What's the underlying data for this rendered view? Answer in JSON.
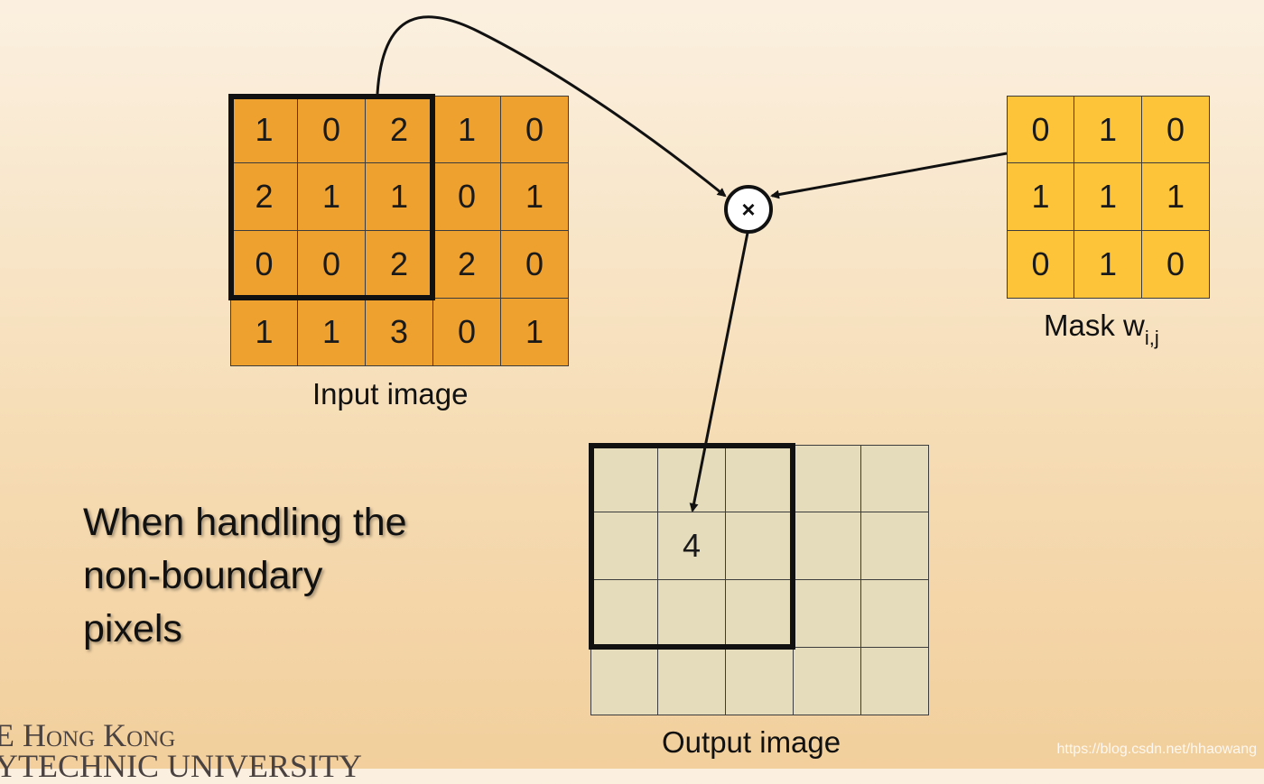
{
  "diagram": {
    "input_image": {
      "label": "Input image",
      "rows": [
        [
          "1",
          "0",
          "2",
          "1",
          "0"
        ],
        [
          "2",
          "1",
          "1",
          "0",
          "1"
        ],
        [
          "0",
          "0",
          "2",
          "2",
          "0"
        ],
        [
          "1",
          "1",
          "3",
          "0",
          "1"
        ]
      ]
    },
    "mask": {
      "label": "Mask w",
      "subscript": "i,j",
      "rows": [
        [
          "0",
          "1",
          "0"
        ],
        [
          "1",
          "1",
          "1"
        ],
        [
          "0",
          "1",
          "0"
        ]
      ]
    },
    "output_image": {
      "label": "Output image",
      "rows": [
        [
          "",
          "",
          "",
          "",
          ""
        ],
        [
          "",
          "4",
          "",
          "",
          ""
        ],
        [
          "",
          "",
          "",
          "",
          ""
        ],
        [
          "",
          "",
          "",
          "",
          ""
        ]
      ]
    },
    "operator_symbol": "×",
    "caption_lines": [
      "When handling the",
      "non-boundary",
      "pixels"
    ],
    "logo_lines": [
      "E Hong Kong",
      "YTECHNIC UNIVERSITY"
    ],
    "watermark": "https://blog.csdn.net/hhaowang"
  },
  "colors": {
    "input_cell": "#efa12f",
    "mask_cell": "#fdc43a",
    "output_cell": "#e5dcbc",
    "line": "#111111"
  }
}
